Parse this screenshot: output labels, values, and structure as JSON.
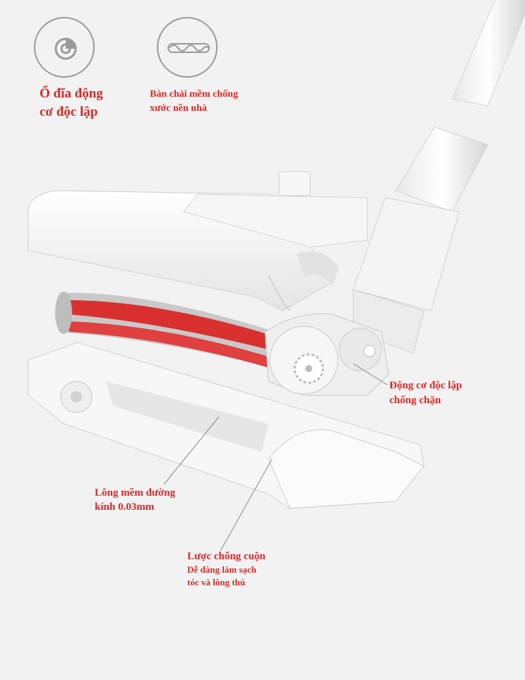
{
  "features": [
    {
      "icon": "disc-motor-icon",
      "lines": [
        "Ổ đĩa động",
        "cơ độc lập"
      ]
    },
    {
      "icon": "soft-brush-roll-icon",
      "lines": [
        "Bàn chải mềm chống",
        "xước nền nhà"
      ]
    }
  ],
  "callouts": {
    "motor": {
      "lines": [
        "Động cơ độc lập",
        "chống chặn"
      ]
    },
    "bristle": {
      "lines": [
        "Lông mềm đường",
        "kính 0.03mm"
      ]
    },
    "comb": {
      "title": "Lược chống cuộn",
      "lines": [
        "Dễ dàng làm sạch",
        "tóc và lông thú"
      ]
    }
  },
  "colors": {
    "accent": "#d42a2a",
    "background": "#f2f2f2",
    "brush_red": "#d9302f",
    "body_white": "#fbfbfb"
  }
}
